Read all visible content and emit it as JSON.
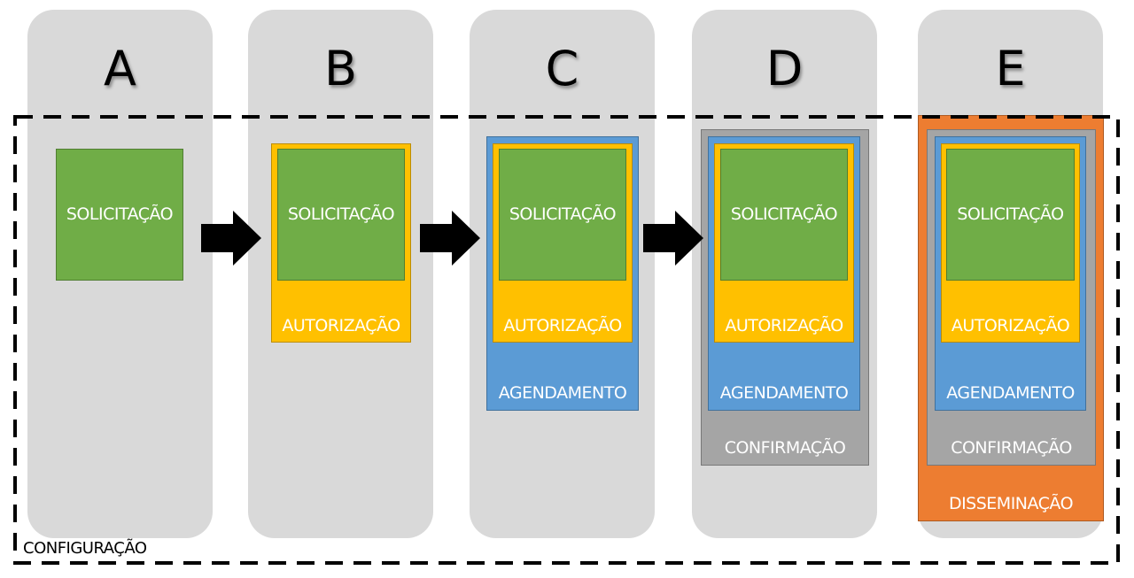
{
  "diagram": {
    "type": "nested-stage-process",
    "container_label": "CONFIGURAÇÃO",
    "stages": [
      {
        "id": "A",
        "letter": "A",
        "layers": [
          "SOLICITAÇÃO"
        ]
      },
      {
        "id": "B",
        "letter": "B",
        "layers": [
          "SOLICITAÇÃO",
          "AUTORIZAÇÃO"
        ]
      },
      {
        "id": "C",
        "letter": "C",
        "layers": [
          "SOLICITAÇÃO",
          "AUTORIZAÇÃO",
          "AGENDAMENTO"
        ]
      },
      {
        "id": "D",
        "letter": "D",
        "layers": [
          "SOLICITAÇÃO",
          "AUTORIZAÇÃO",
          "AGENDAMENTO",
          "CONFIRMAÇÃO"
        ]
      },
      {
        "id": "E",
        "letter": "E",
        "layers": [
          "SOLICITAÇÃO",
          "AUTORIZAÇÃO",
          "AGENDAMENTO",
          "CONFIRMAÇÃO",
          "DISSEMINAÇÃO"
        ]
      }
    ],
    "arrows": [
      {
        "from": "A",
        "to": "B"
      },
      {
        "from": "B",
        "to": "C"
      },
      {
        "from": "C",
        "to": "D"
      }
    ],
    "labels": {
      "solicitacao": "SOLICITAÇÃO",
      "autorizacao": "AUTORIZAÇÃO",
      "agendamento": "AGENDAMENTO",
      "confirmacao": "CONFIRMAÇÃO",
      "disseminacao": "DISSEMINAÇÃO"
    },
    "colors": {
      "column_bg": "#d9d9d9",
      "solicitacao": "#70ad47",
      "autorizacao": "#ffc000",
      "agendamento": "#5b9bd5",
      "confirmacao": "#a5a5a5",
      "disseminacao": "#ed7d31",
      "arrow": "#000000",
      "frame": "#000000"
    }
  }
}
